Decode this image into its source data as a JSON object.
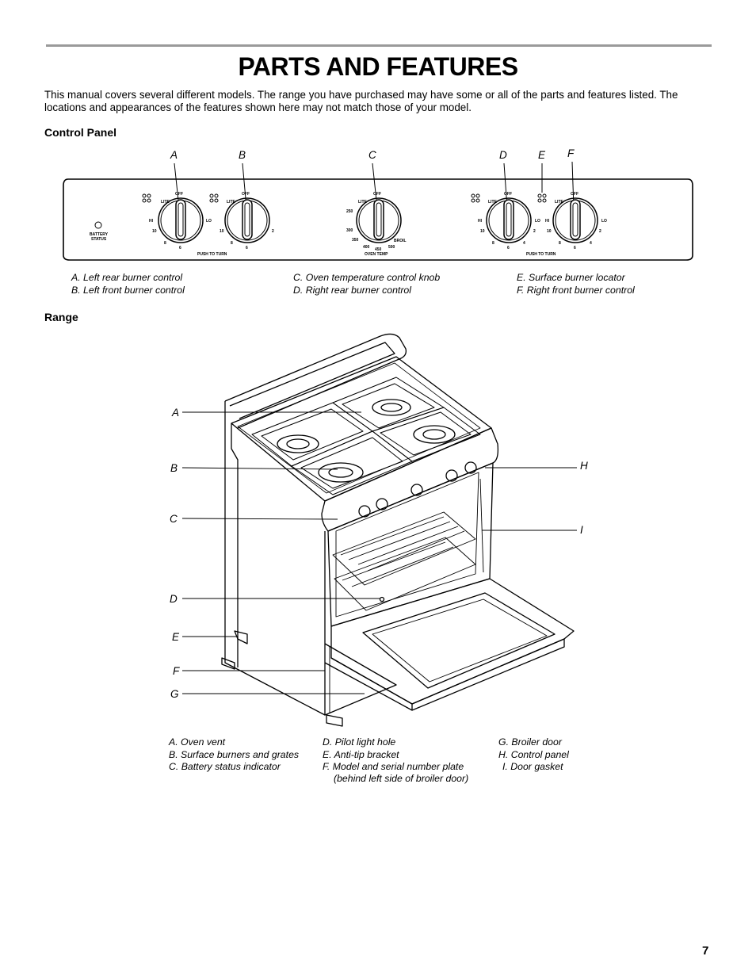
{
  "page": {
    "title": "PARTS AND FEATURES",
    "intro": "This manual covers several different models. The range you have purchased may have some or all of the parts and features listed. The locations and appearances of the features shown here may not match those of your model.",
    "page_number": "7"
  },
  "control_panel": {
    "heading": "Control Panel",
    "callouts": [
      "A",
      "B",
      "C",
      "D",
      "E",
      "F"
    ],
    "panel_text": {
      "battery": "BATTERY",
      "status": "STATUS",
      "off": "OFF",
      "lite": "LITE",
      "hi": "HI",
      "lo": "LO",
      "ten": "10",
      "two": "2",
      "eight": "8",
      "six": "6",
      "four": "4",
      "push_to_turn": "PUSH TO TURN",
      "oven_temp": "OVEN TEMP",
      "t250": "250",
      "t300": "300",
      "t350": "350",
      "t400": "400",
      "t450": "450",
      "t500": "500",
      "broil": "BROIL"
    },
    "captions": [
      "A. Left rear burner control",
      "B. Left front burner control",
      "C. Oven temperature control knob",
      "D. Right rear burner control",
      "E. Surface burner locator",
      "F. Right front burner control"
    ]
  },
  "range": {
    "heading": "Range",
    "left_callouts": [
      "A",
      "B",
      "C",
      "D",
      "E",
      "F",
      "G"
    ],
    "right_callouts": [
      "H",
      "I"
    ],
    "captions": [
      "A. Oven vent",
      "B. Surface burners and grates",
      "C. Battery status indicator",
      "D. Pilot light hole",
      "E. Anti-tip bracket",
      "F. Model and serial number plate",
      "(behind left side of broiler door)",
      "G. Broiler door",
      "H. Control panel",
      "I. Door gasket"
    ]
  }
}
